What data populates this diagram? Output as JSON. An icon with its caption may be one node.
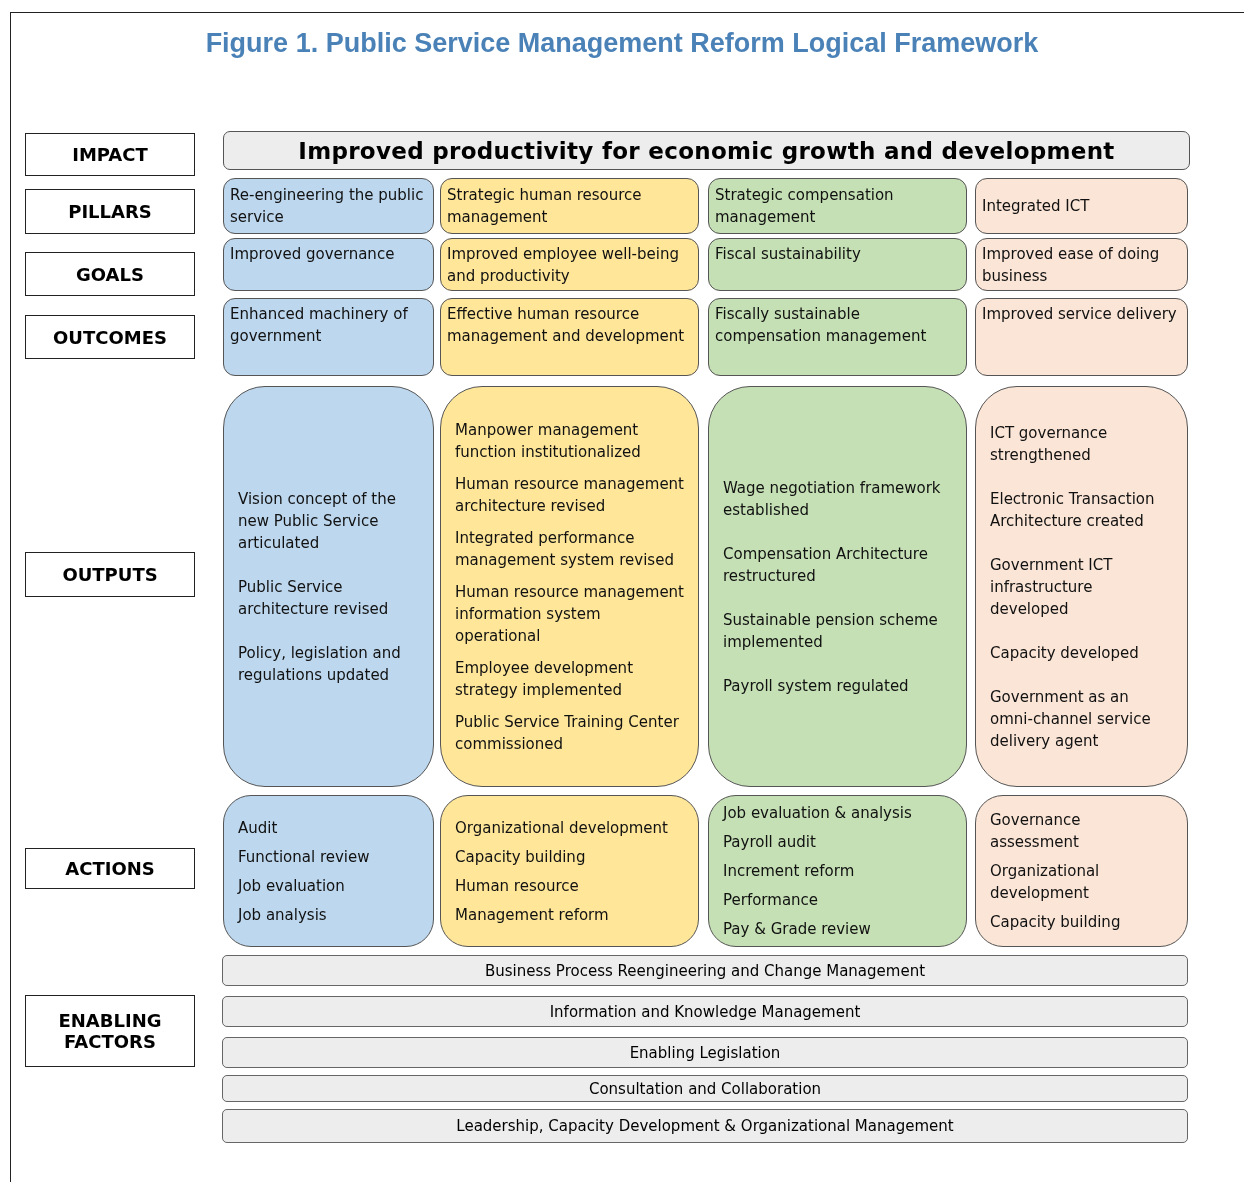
{
  "diagram": {
    "title": "Figure 1. Public Service Management Reform Logical Framework",
    "nodes": [
      {
        "text": [
          "IMPACT"
        ]
      },
      {
        "text": [
          "Improved productivity for economic growth and development"
        ]
      },
      {
        "text": [
          "PILLARS"
        ]
      },
      {
        "text": [
          "Re-engineering the public service"
        ]
      },
      {
        "text": [
          "Strategic human resource management"
        ]
      },
      {
        "text": [
          "Strategic compensation management"
        ]
      },
      {
        "text": [
          "Integrated ICT"
        ]
      },
      {
        "text": [
          "GOALS"
        ]
      },
      {
        "text": [
          "Improved governance"
        ]
      },
      {
        "text": [
          "Improved employee well-being and productivity"
        ]
      },
      {
        "text": [
          "Fiscal sustainability"
        ]
      },
      {
        "text": [
          "Improved ease of doing business"
        ]
      },
      {
        "text": [
          "OUTCOMES"
        ]
      },
      {
        "text": [
          "Enhanced machinery of government"
        ]
      },
      {
        "text": [
          "Effective human resource management and development"
        ]
      },
      {
        "text": [
          "Fiscally sustainable compensation management"
        ]
      },
      {
        "text": [
          "Improved service delivery"
        ]
      },
      {
        "text": [
          "OUTPUTS"
        ]
      },
      {
        "text": [
          "Vision concept of the new Public Service articulated",
          "Public Service architecture revised",
          "Policy, legislation and regulations updated"
        ]
      },
      {
        "text": [
          "Manpower management function institutionalized",
          "Human resource management architecture revised",
          "Integrated performance management system revised",
          "Human resource management information system operational",
          "Employee development strategy implemented",
          "Public Service Training Center commissioned"
        ]
      },
      {
        "text": [
          "Wage negotiation framework established",
          "Compensation Architecture restructured",
          "Sustainable pension scheme implemented",
          "Payroll system regulated"
        ]
      },
      {
        "text": [
          "ICT governance strengthened",
          "Electronic Transaction Architecture created",
          "Government ICT infrastructure developed",
          "Capacity developed",
          "Government as an omni-channel service delivery agent"
        ]
      },
      {
        "text": [
          "ACTIONS"
        ]
      },
      {
        "text": [
          "Audit",
          "Functional review",
          "Job evaluation",
          "Job analysis"
        ]
      },
      {
        "text": [
          "Organizational development",
          "Capacity building",
          "Human resource",
          "Management reform"
        ]
      },
      {
        "text": [
          "Job evaluation & analysis",
          "Payroll audit",
          "Increment reform",
          "Performance",
          "Pay & Grade review"
        ]
      },
      {
        "text": [
          "Governance assessment",
          "Organizational development",
          "Capacity building"
        ]
      },
      {
        "text": [
          "ENABLING FACTORS"
        ]
      },
      {
        "text": [
          "Business Process Reengineering and Change Management"
        ]
      },
      {
        "text": [
          "Information and Knowledge Management"
        ]
      },
      {
        "text": [
          "Enabling Legislation"
        ]
      },
      {
        "text": [
          "Consultation and Collaboration"
        ]
      },
      {
        "text": [
          "Leadership, Capacity Development & Organizational Management"
        ]
      }
    ],
    "edges": []
  }
}
